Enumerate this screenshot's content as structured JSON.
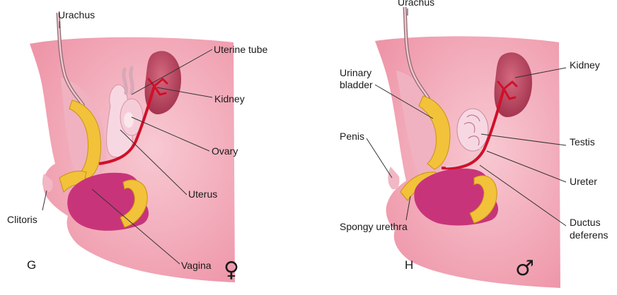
{
  "panels": [
    {
      "letter": "G",
      "symbol": "♀",
      "labels": {
        "urachus": "Urachus",
        "uterine_tube": "Uterine tube",
        "kidney": "Kidney",
        "ovary": "Ovary",
        "uterus": "Uterus",
        "clitoris": "Clitoris",
        "vagina": "Vagina"
      }
    },
    {
      "letter": "H",
      "symbol": "♂",
      "labels": {
        "urachus": "Urachus",
        "urinary_bladder_line1": "Urinary",
        "urinary_bladder_line2": "bladder",
        "kidney": "Kidney",
        "penis": "Penis",
        "testis": "Testis",
        "ureter": "Ureter",
        "spongy_urethra": "Spongy urethra",
        "ductus_line1": "Ductus",
        "ductus_line2": "deferens"
      }
    }
  ],
  "colors": {
    "body": "#f3a6b6",
    "body_light": "#f8c9d2",
    "bladder": "#f0b2c0",
    "bone_yellow": "#f2c23a",
    "bone_outline": "#c99212",
    "magenta": "#c8347a",
    "kidney": "#b8435a",
    "kidney_light": "#d46a80",
    "ureter_red": "#d0102a",
    "organ_pale": "#f7d8e2"
  }
}
